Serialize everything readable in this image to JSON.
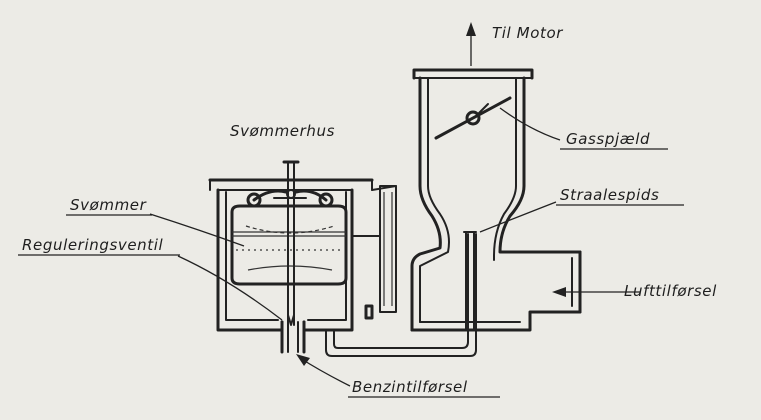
{
  "labels": {
    "til_motor": "Til Motor",
    "svommerhus": "Svømmerhus",
    "gasspjaeld": "Gasspjæld",
    "svommer": "Svømmer",
    "straalespids": "Straalespids",
    "reguleringsventil": "Reguleringsventil",
    "lufttilforsel": "Lufttilførsel",
    "benzintilforsel": "Benzintilførsel"
  },
  "colors": {
    "paper": "#ecebe6",
    "ink": "#222222"
  }
}
